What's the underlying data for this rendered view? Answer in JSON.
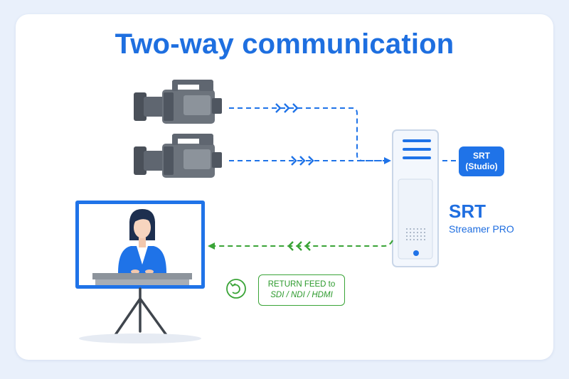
{
  "title": "Two-way communication",
  "studio_box": {
    "line1": "SRT",
    "line2": "(Studio)"
  },
  "server": {
    "label": "SRT",
    "sublabel": "Streamer PRO"
  },
  "return_feed": {
    "line1": "RETURN FEED to",
    "line2": "SDI / NDI / HDMI"
  },
  "colors": {
    "accent_blue": "#1f73e8",
    "return_green": "#3aa437",
    "camera_gray": "#5f6670",
    "background": "#e9f0fb"
  },
  "icons": [
    "video-camera-icon",
    "video-camera-icon",
    "server-tower-icon",
    "monitor-presenter-icon",
    "tripod-icon",
    "return-arrow-icon"
  ]
}
